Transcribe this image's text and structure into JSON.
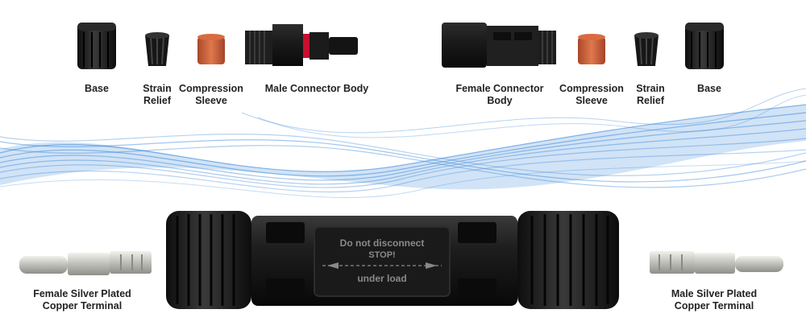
{
  "top_row": {
    "male_side": {
      "base": {
        "lines": [
          "Base"
        ]
      },
      "strain_relief": {
        "lines": [
          "Strain",
          "Relief"
        ]
      },
      "compression_sleeve": {
        "lines": [
          "Compression",
          "Sleeve"
        ]
      },
      "male_connector_body": {
        "lines": [
          "Male Connector Body"
        ]
      }
    },
    "female_side": {
      "female_connector_body": {
        "lines": [
          "Female Connector",
          "Body"
        ]
      },
      "compression_sleeve": {
        "lines": [
          "Compression",
          "Sleeve"
        ]
      },
      "strain_relief": {
        "lines": [
          "Strain",
          "Relief"
        ]
      },
      "base": {
        "lines": [
          "Base"
        ]
      }
    }
  },
  "bottom_row": {
    "female_terminal": {
      "lines": [
        "Female Silver Plated",
        "Copper Terminal"
      ]
    },
    "male_terminal": {
      "lines": [
        "Male Silver Plated",
        "Copper Terminal"
      ]
    },
    "connector_warning": {
      "line1": "Do not disconnect",
      "line2": "STOP!",
      "line3": "under load"
    }
  },
  "colors": {
    "plastic": "#1c1c1c",
    "sleeve": "#c8623a",
    "wave": "#2f7fd6",
    "metal": "#c9c9c4"
  }
}
